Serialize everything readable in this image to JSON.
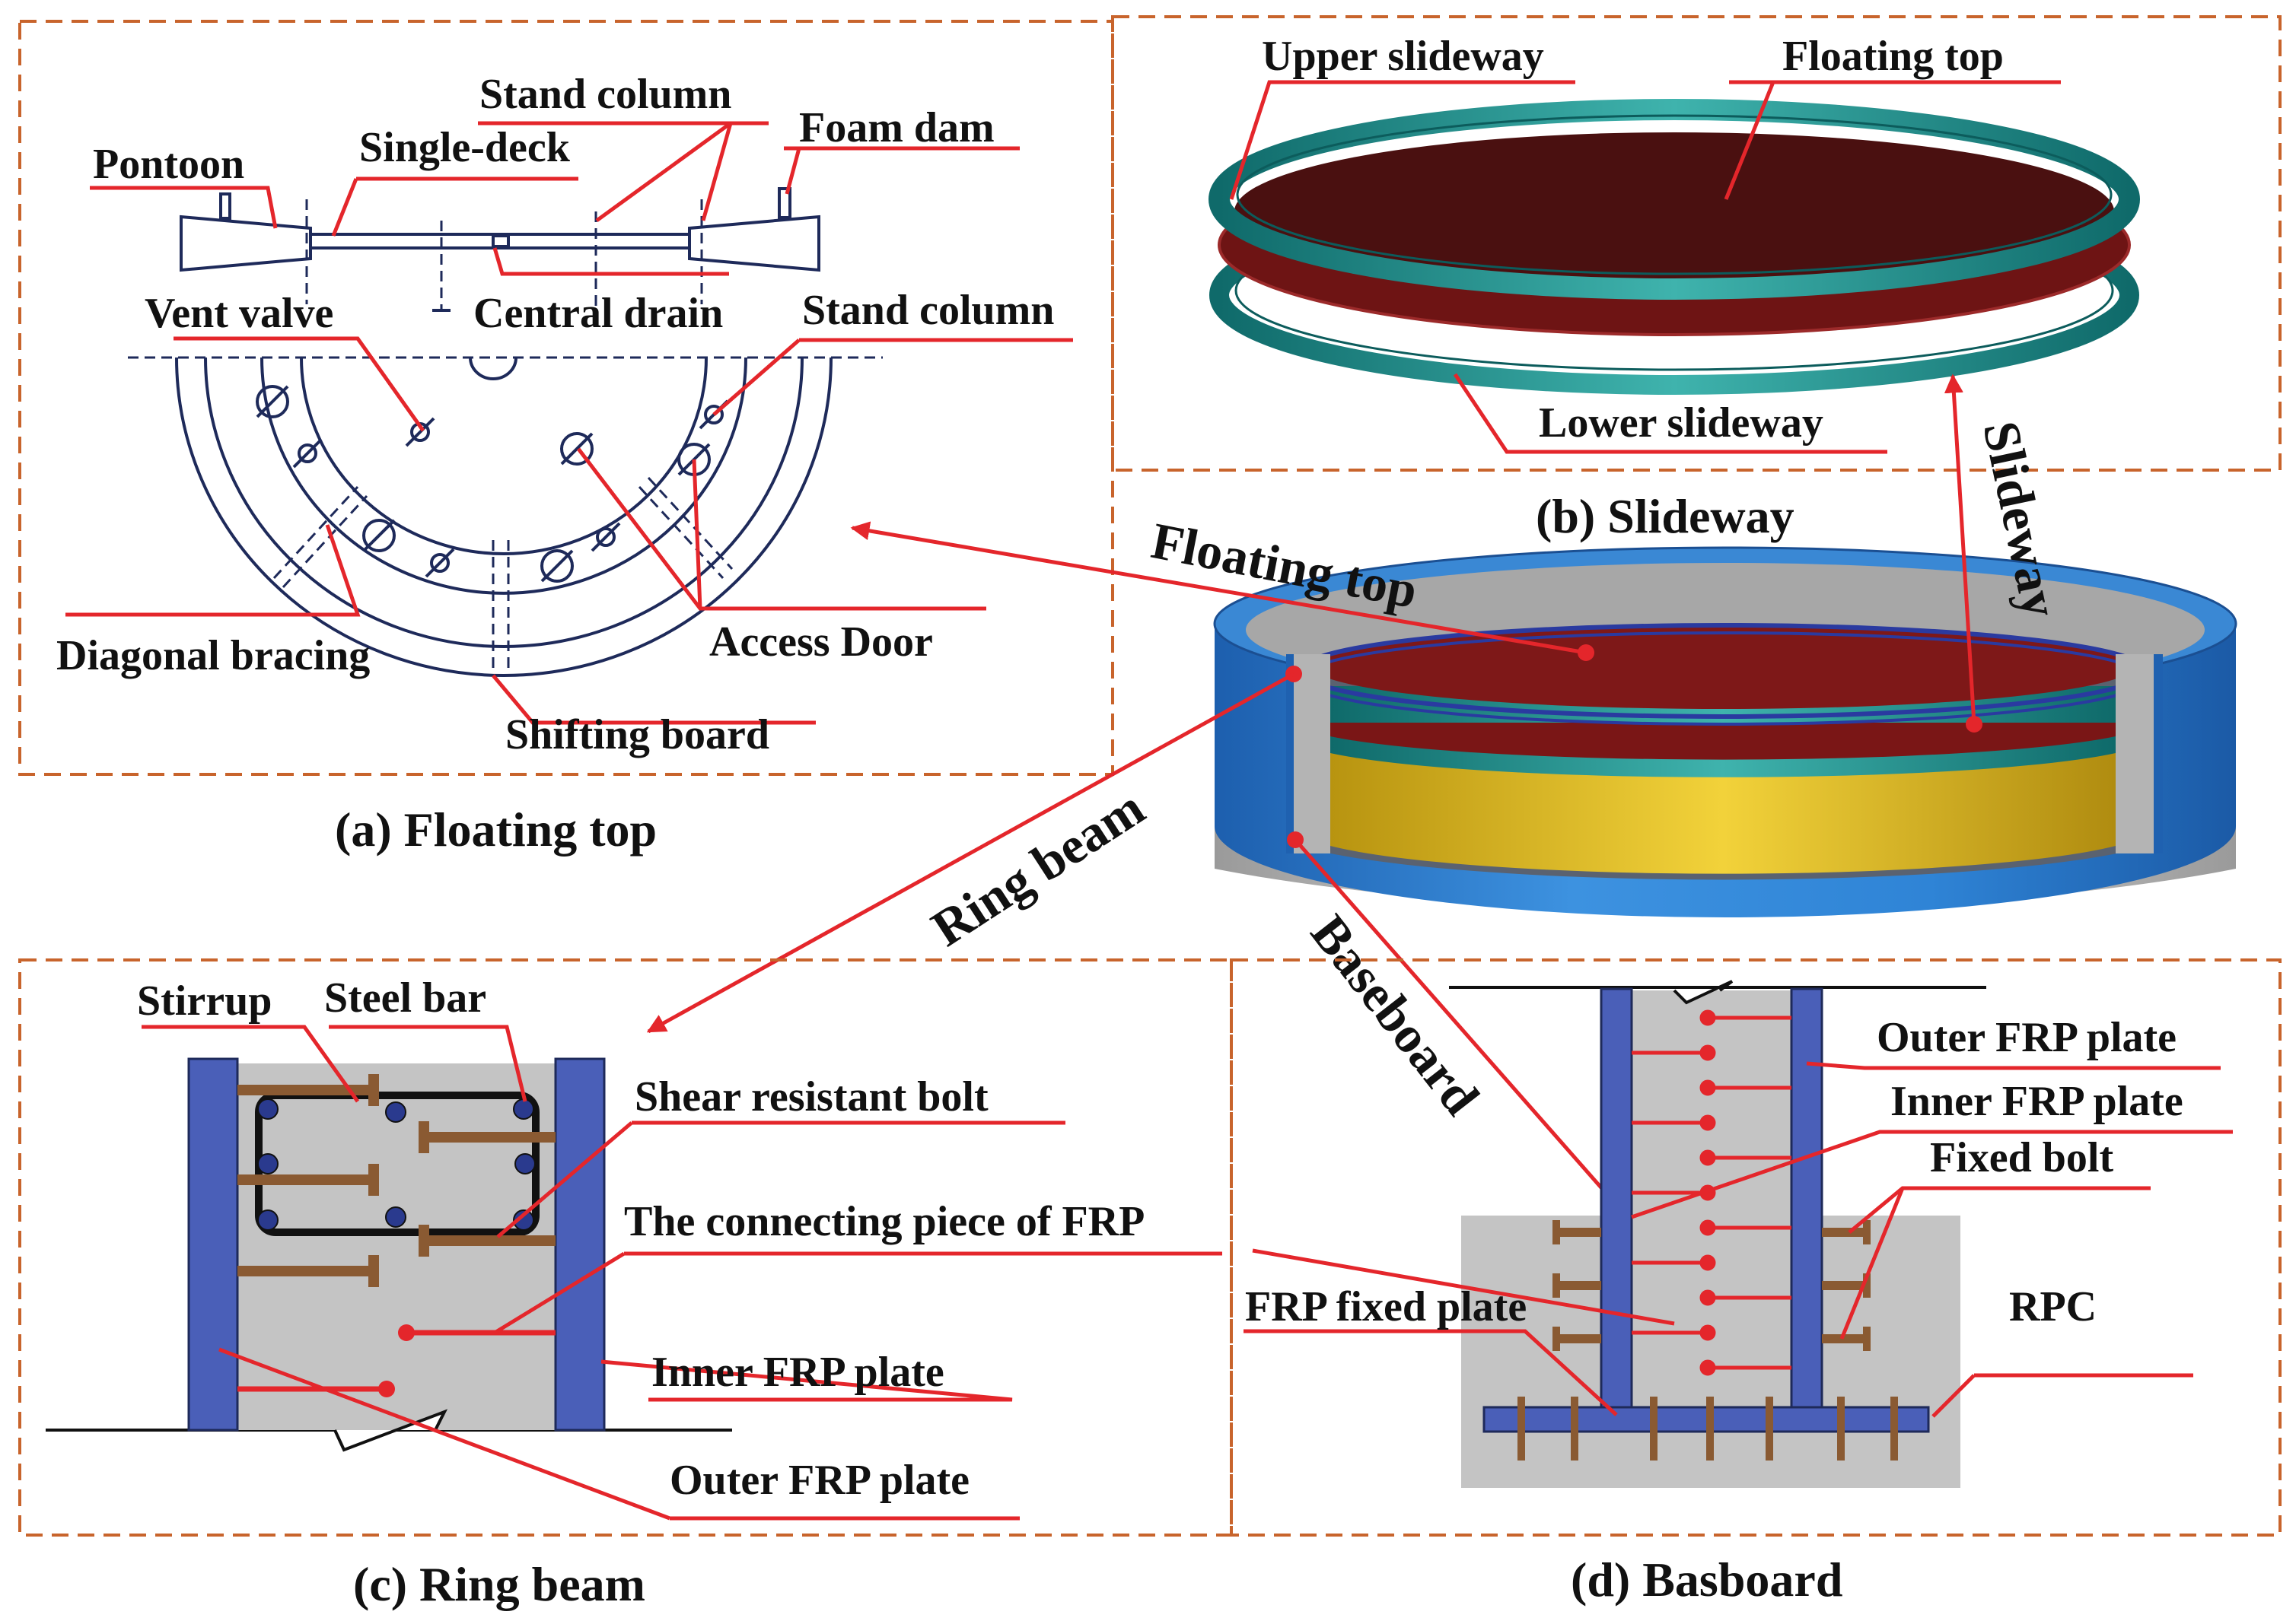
{
  "panels": {
    "a": {
      "caption": "(a) Floating top",
      "labels": {
        "pontoon": "Pontoon",
        "single_deck": "Single-deck",
        "stand_column_top": "Stand column",
        "foam_dam": "Foam dam",
        "vent_valve": "Vent valve",
        "central_drain": "Central drain",
        "stand_column_right": "Stand column",
        "diagonal_bracing": "Diagonal bracing",
        "access_door": "Access Door",
        "shifting_board": "Shifting board"
      }
    },
    "b": {
      "caption": "(b) Slideway",
      "labels": {
        "upper_slideway": "Upper slideway",
        "floating_top": "Floating top",
        "lower_slideway": "Lower slideway"
      }
    },
    "c": {
      "caption": "(c) Ring beam",
      "labels": {
        "stirrup": "Stirrup",
        "steel_bar": "Steel bar",
        "shear_bolt": "Shear resistant bolt",
        "connecting_piece": "The connecting piece of FRP",
        "inner_frp": "Inner FRP plate",
        "outer_frp": "Outer FRP plate"
      }
    },
    "d": {
      "caption": "(d) Basboard",
      "labels": {
        "outer_frp": "Outer FRP plate",
        "inner_frp": "Inner FRP plate",
        "fixed_bolt": "Fixed bolt",
        "frp_fixed_plate": "FRP fixed plate",
        "rpc": "RPC"
      }
    },
    "center": {
      "labels": {
        "floating_top": "Floating top",
        "slideway": "Slideway",
        "ring_beam": "Ring beam",
        "baseboard": "Baseboard"
      }
    }
  },
  "colors": {
    "panel_border": "#c8642c",
    "leader": "#e4262b",
    "frp_plate": "#4a5fb8",
    "concrete": "#c4c4c4",
    "bolt": "#8a5a32",
    "tank_wall": "#2e7fd0",
    "floating_deck": "#7a1c1c",
    "slideway": "#1f8a8a",
    "baseboard_fill": "#e8c21a"
  }
}
